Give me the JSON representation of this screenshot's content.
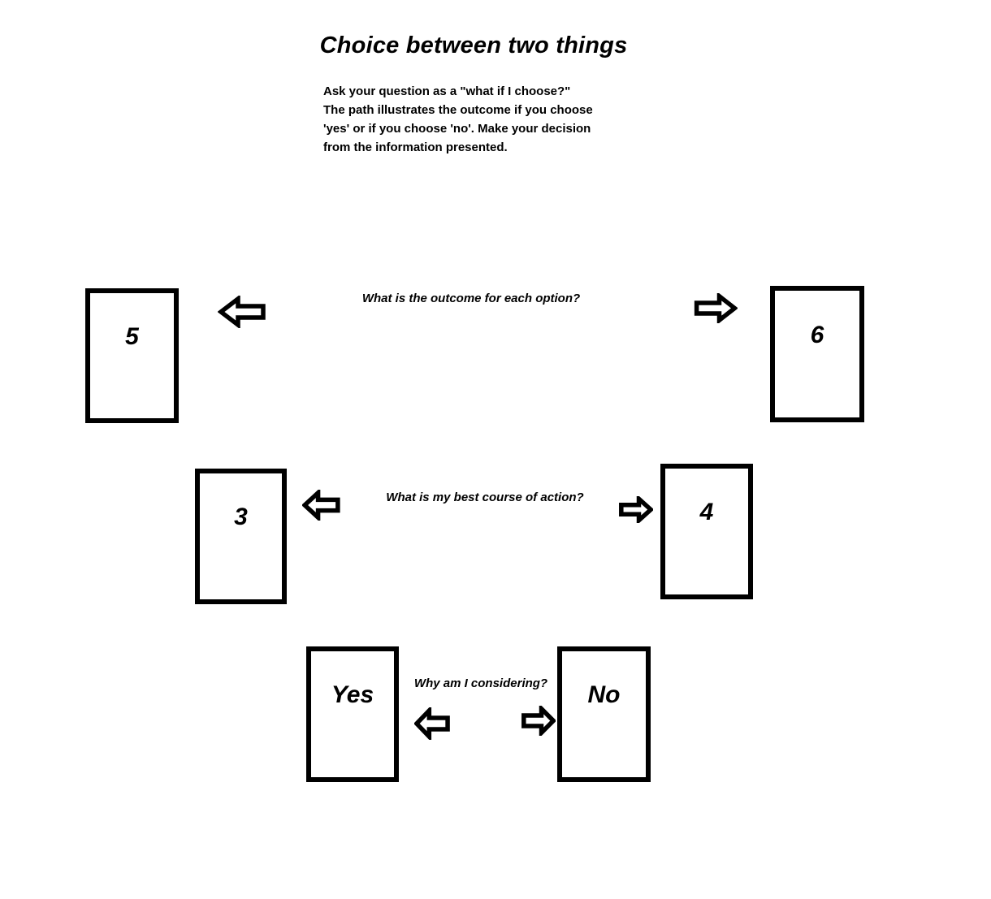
{
  "title": "Choice between two things",
  "intro_lines": [
    "Ask your question as a \"what if I choose?\"",
    "The path illustrates the outcome if you choose",
    "'yes' or if you choose 'no'. Make your decision",
    "from the information presented."
  ],
  "rows": [
    {
      "left_card": "5",
      "right_card": "6",
      "question": "What is the outcome for each option?"
    },
    {
      "left_card": "3",
      "right_card": "4",
      "question": "What is my best course of action?"
    },
    {
      "left_card": "Yes",
      "right_card": "No",
      "question": "Why am I considering?"
    }
  ],
  "colors": {
    "ink": "#000000",
    "background": "#ffffff"
  }
}
